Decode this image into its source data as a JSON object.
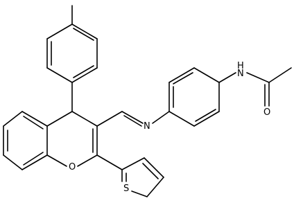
{
  "structure": {
    "atoms": {
      "nh": "N",
      "h": "H",
      "o_carbonyl": "O",
      "n_imine": "N",
      "o_ring": "O",
      "s_thiophene": "S"
    }
  }
}
